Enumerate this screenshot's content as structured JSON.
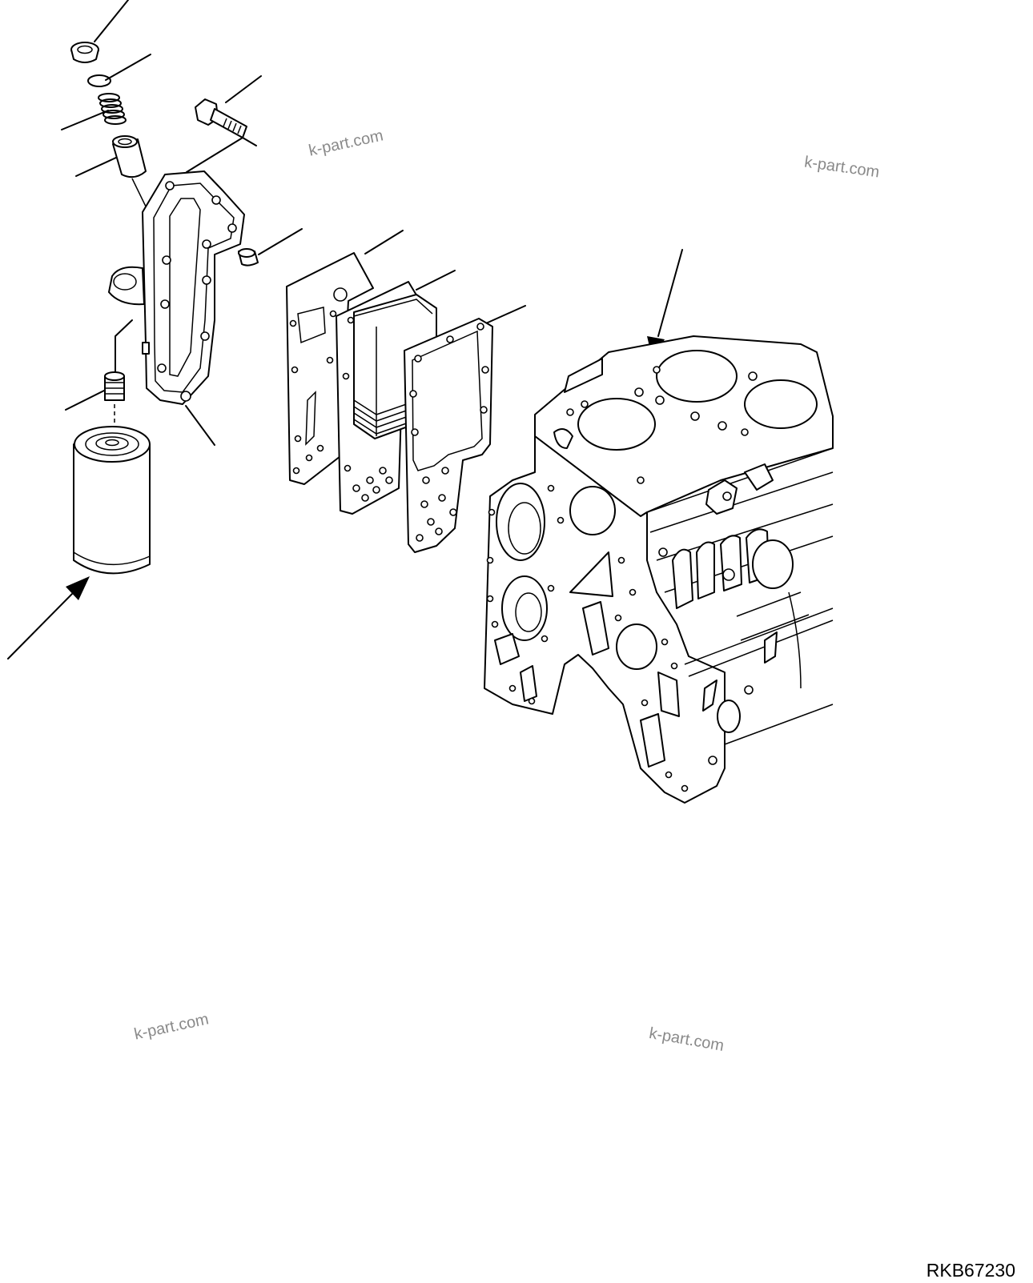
{
  "watermarks": [
    "k-part.com",
    "k-part.com",
    "k-part.com",
    "k-part.com"
  ],
  "drawing_code": "RKB67230"
}
